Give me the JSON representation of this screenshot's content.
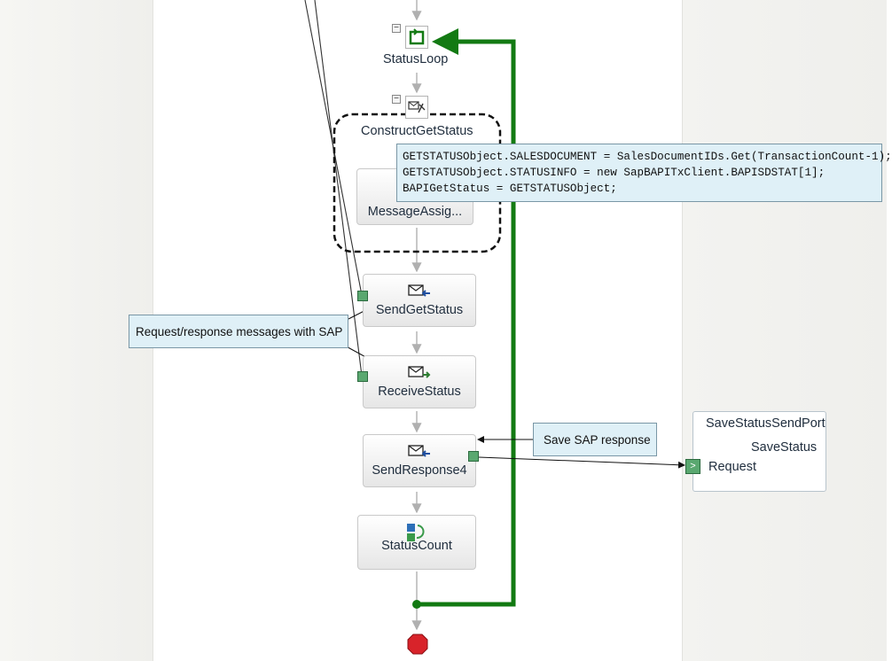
{
  "shapes": {
    "status_loop": "StatusLoop",
    "construct_get_status": "ConstructGetStatus",
    "message_assign": "MessageAssig...",
    "send_get_status": "SendGetStatus",
    "receive_status": "ReceiveStatus",
    "send_response4": "SendResponse4",
    "status_count": "StatusCount"
  },
  "code_tooltip": {
    "lines": [
      "GETSTATUSObject.SALESDOCUMENT = SalesDocumentIDs.Get(TransactionCount-1);",
      "GETSTATUSObject.STATUSINFO = new SapBAPITxClient.BAPISDSTAT[1];",
      "BAPIGetStatus = GETSTATUSObject;"
    ]
  },
  "callouts": {
    "request_response": "Request/response messages with SAP",
    "save_response": "Save SAP response"
  },
  "port": {
    "name": "SaveStatusSendPort",
    "operation": "SaveStatus",
    "message": "Request"
  },
  "colors": {
    "loop_line": "#137a13",
    "shape_border": "#c9c9c9",
    "callout_bg": "#dff0f7",
    "port_green": "#5aa870",
    "stop_red": "#d8232a"
  },
  "icons": {
    "loop": "loop-icon",
    "construct": "construct-message-icon",
    "send": "send-icon",
    "receive": "receive-icon",
    "expression": "expression-icon",
    "end": "stop-icon"
  }
}
